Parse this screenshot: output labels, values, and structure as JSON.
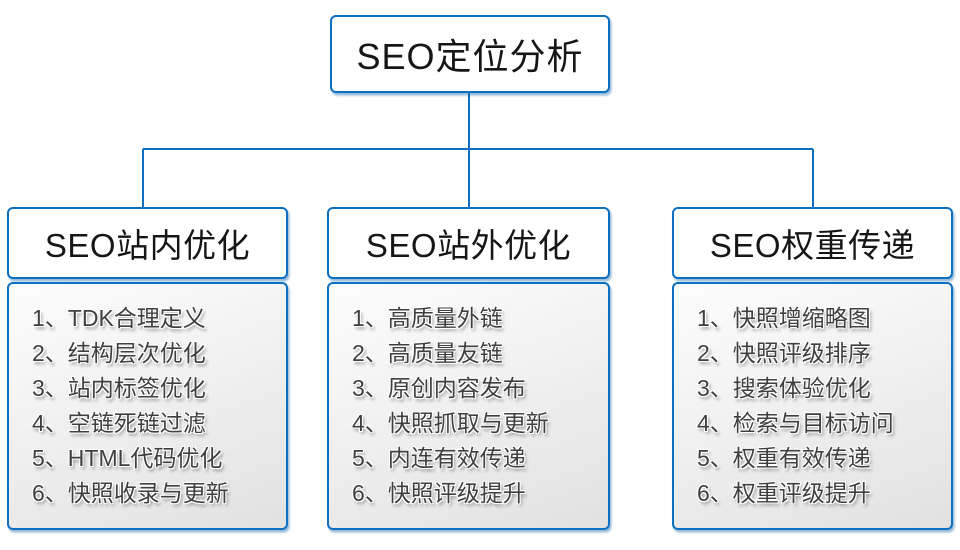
{
  "diagram": {
    "root": {
      "title": "SEO定位分析"
    },
    "branches": [
      {
        "title": "SEO站内优化",
        "items": [
          "1、TDK合理定义",
          "2、结构层次优化",
          "3、站内标签优化",
          "4、空链死链过滤",
          "5、HTML代码优化",
          "6、快照收录与更新"
        ]
      },
      {
        "title": "SEO站外优化",
        "items": [
          "1、高质量外链",
          "2、高质量友链",
          "3、原创内容发布",
          "4、快照抓取与更新",
          "5、内连有效传递",
          "6、快照评级提升"
        ]
      },
      {
        "title": "SEO权重传递",
        "items": [
          "1、快照增缩略图",
          "2、快照评级排序",
          "3、搜索体验优化",
          "4、检索与目标访问",
          "5、权重有效传递",
          "6、权重评级提升"
        ]
      }
    ],
    "colors": {
      "line_blue": "#0d6fc0",
      "text_dark": "#161616",
      "list_text": "#3f3f3f",
      "list_bg_top": "#fdfdfd",
      "list_bg_bottom": "#e1e1e1"
    }
  }
}
